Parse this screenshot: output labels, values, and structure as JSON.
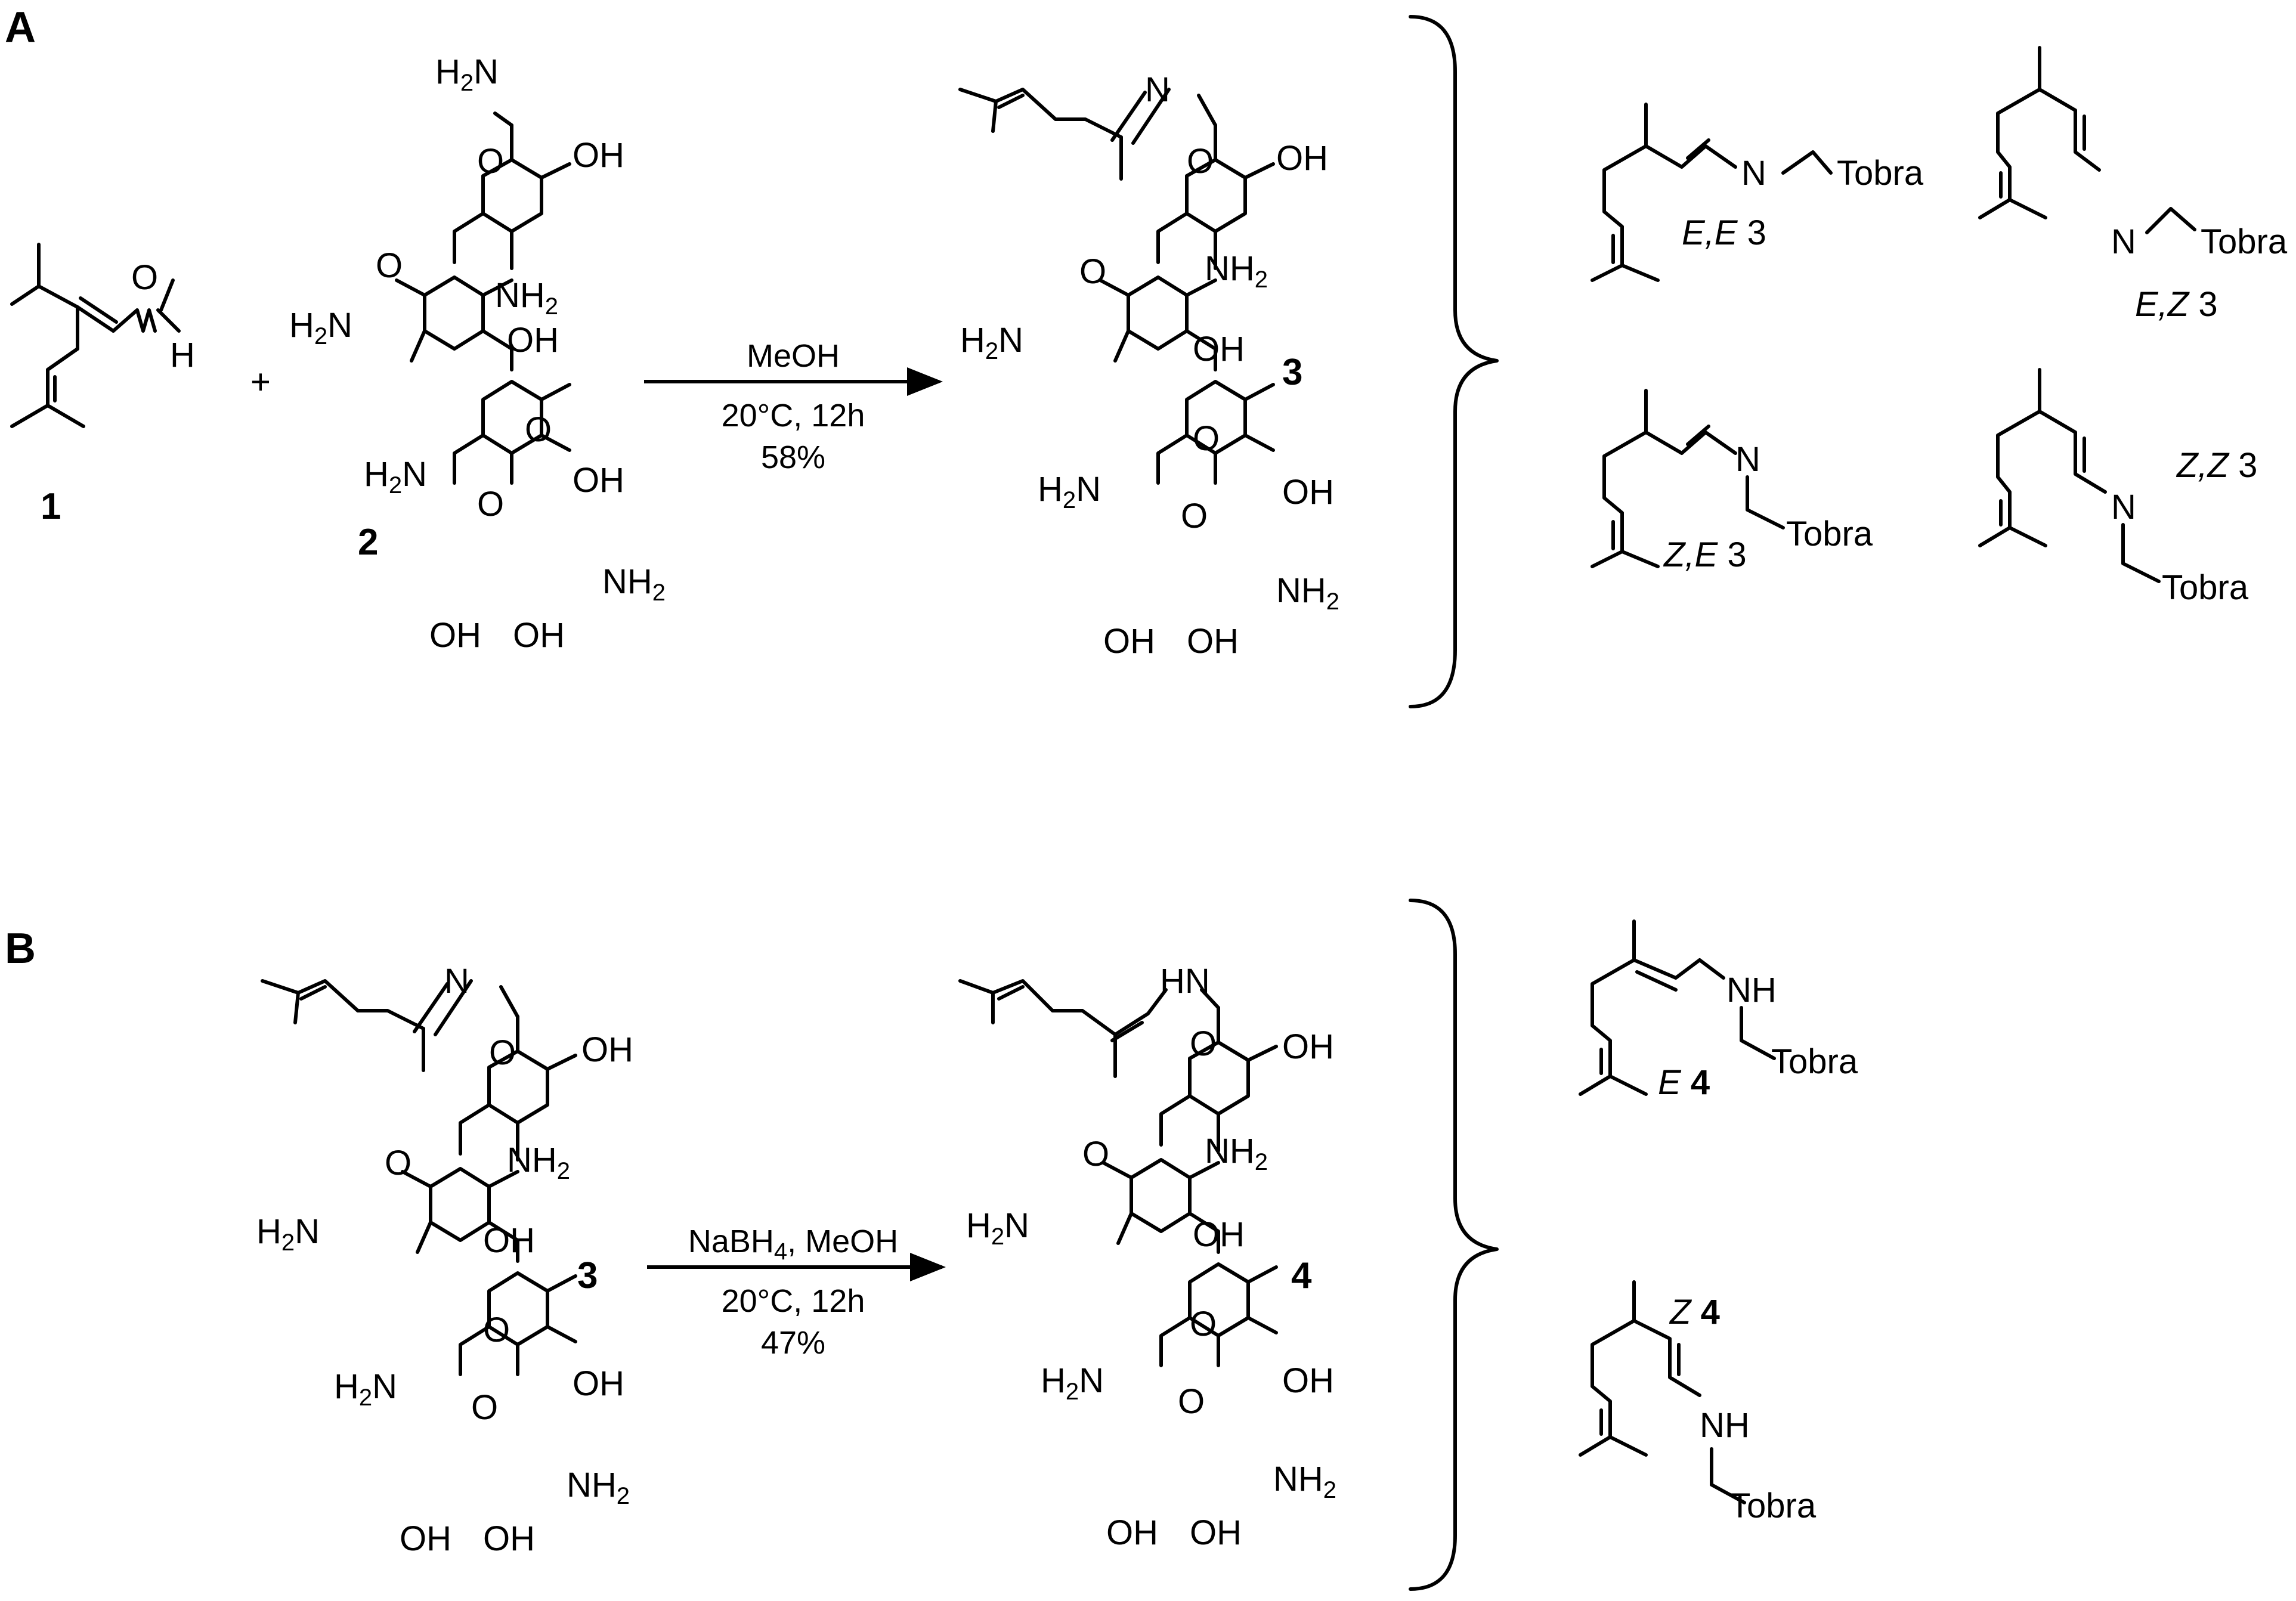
{
  "panels": {
    "a": "A",
    "b": "B"
  },
  "compounds": {
    "c1": "1",
    "c2": "2",
    "c3": "3",
    "c4": "4"
  },
  "atoms": {
    "O": "O",
    "H": "H",
    "N": "N",
    "NH": "NH",
    "HN": "HN",
    "H2N_H": "H",
    "H2N_2": "2",
    "H2N_N": "N",
    "NH2_NH": "NH",
    "NH2_2": "2",
    "OH": "OH",
    "Tobra": "Tobra"
  },
  "reactions": {
    "A": {
      "reagent": "MeOH",
      "conditions": "20°C, 12h",
      "yield": "58%"
    },
    "B": {
      "reagent_main": "NaBH",
      "reagent_sub": "4",
      "reagent_tail": ", MeOH",
      "conditions": "20°C, 12h",
      "yield": "47%"
    }
  },
  "isomers": {
    "EE": {
      "stereo": "E,E",
      "num": "3"
    },
    "EZ": {
      "stereo": "E,Z",
      "num": "3"
    },
    "ZE": {
      "stereo": "Z,E",
      "num": "3"
    },
    "ZZ": {
      "stereo": "Z,Z",
      "num": "3"
    },
    "E4": {
      "stereo": "E",
      "num": "4"
    },
    "Z4": {
      "stereo": "Z",
      "num": "4"
    }
  },
  "plus": "+"
}
